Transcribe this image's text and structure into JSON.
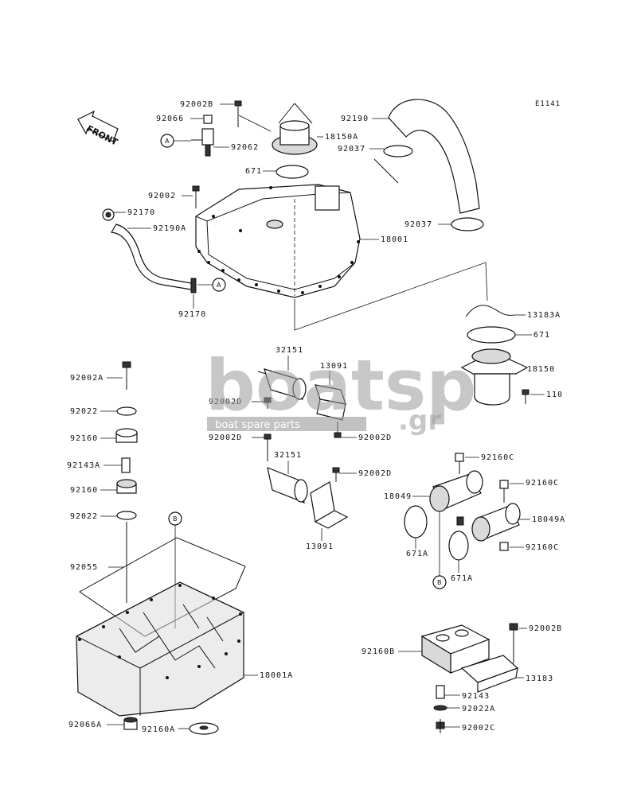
{
  "diagram_code": "E1141",
  "front_label": "FRONT",
  "callouts": {
    "a": "A",
    "b": "B"
  },
  "watermark": {
    "logo_text": "boatsp",
    "tld": ".gr",
    "tagline": "boat spare parts"
  },
  "labels": {
    "l92002B_top": "92002B",
    "l92066": "92066",
    "l92062": "92062",
    "l18150A": "18150A",
    "l92190": "92190",
    "l92037_top": "92037",
    "l671_top": "671",
    "l92002_top": "92002",
    "l92170_top": "92170",
    "l92190A": "92190A",
    "l92037_mid": "92037",
    "l18001": "18001",
    "l92170_bot": "92170",
    "l13183A": "13183A",
    "l671_mid": "671",
    "l18150": "18150",
    "l110": "110",
    "l32151_top": "32151",
    "l13091_top": "13091",
    "l92002D_1": "92002D",
    "l92002D_2": "92002D",
    "l92002D_3": "92002D",
    "l32151_bot": "32151",
    "l92002D_4": "92002D",
    "l13091_bot": "13091",
    "l92002A": "92002A",
    "l92022_top": "92022",
    "l92160_top": "92160",
    "l92143A": "92143A",
    "l92160_bot": "92160",
    "l92022_bot": "92022",
    "l92055": "92055",
    "l18001A": "18001A",
    "l92066A": "92066A",
    "l92160A": "92160A",
    "l92160C_1": "92160C",
    "l92160C_2": "92160C",
    "l92160C_3": "92160C",
    "l18049": "18049",
    "l18049A": "18049A",
    "l671A_1": "671A",
    "l671A_2": "671A",
    "l92002B_bot": "92002B",
    "l92160B": "92160B",
    "l13183": "13183",
    "l92143": "92143",
    "l92022A": "92022A",
    "l92002C": "92002C"
  }
}
